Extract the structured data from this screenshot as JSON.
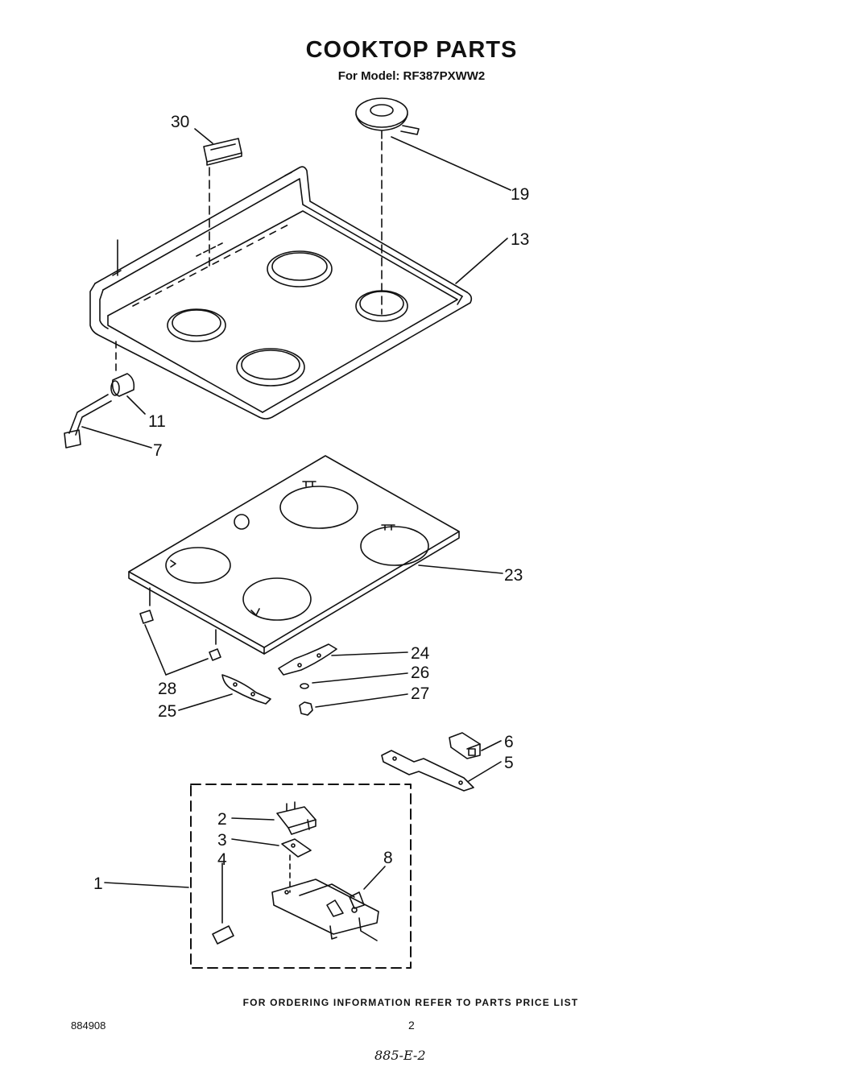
{
  "title": "COOKTOP PARTS",
  "subtitle": "For Model: RF387PXWW2",
  "callouts": {
    "c30": "30",
    "c19": "19",
    "c13": "13",
    "c11": "11",
    "c7": "7",
    "c23": "23",
    "c24": "24",
    "c26": "26",
    "c27": "27",
    "c28": "28",
    "c25": "25",
    "c6": "6",
    "c5": "5",
    "c2": "2",
    "c3": "3",
    "c4": "4",
    "c8": "8",
    "c1": "1"
  },
  "footer": "FOR ORDERING INFORMATION REFER TO PARTS PRICE LIST",
  "doc_number": "884908",
  "page_number": "2",
  "handwritten_note": "885-E-2"
}
